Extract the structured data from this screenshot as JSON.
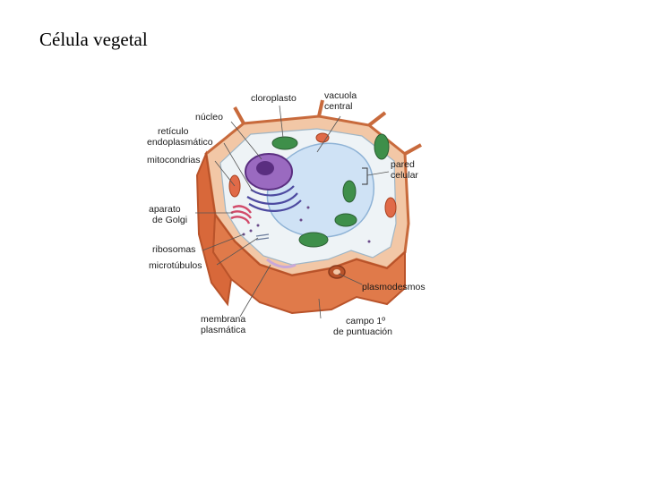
{
  "title": "Célula vegetal",
  "labels": {
    "cloroplasto": "cloroplasto",
    "vacuola_l1": "vacuola",
    "vacuola_l2": "central",
    "nucleo": "núcleo",
    "reticulo_l1": "retículo",
    "reticulo_l2": "endoplasmático",
    "mitocondrias": "mitocondrias",
    "pared_l1": "pared",
    "pared_l2": "celular",
    "golgi_l1": "aparato",
    "golgi_l2": "de Golgi",
    "ribosomas": "ribosomas",
    "microtubulos": "microtúbulos",
    "plasmodesmos": "plasmodesmos",
    "membrana_l1": "membrana",
    "membrana_l2": "plasmática",
    "campo_l1": "campo 1º",
    "campo_l2": "de puntuación"
  },
  "colors": {
    "cell_wall": "#e07a4a",
    "cell_wall_dark": "#b9532a",
    "cytoplasm": "#eef3f6",
    "vacuole": "#cfe2f5",
    "nucleus": "#7e4aa0",
    "chloroplast": "#3e8f4a",
    "mitochondria": "#e06a48",
    "golgi": "#d24a6a",
    "er": "#4d4aa0"
  }
}
